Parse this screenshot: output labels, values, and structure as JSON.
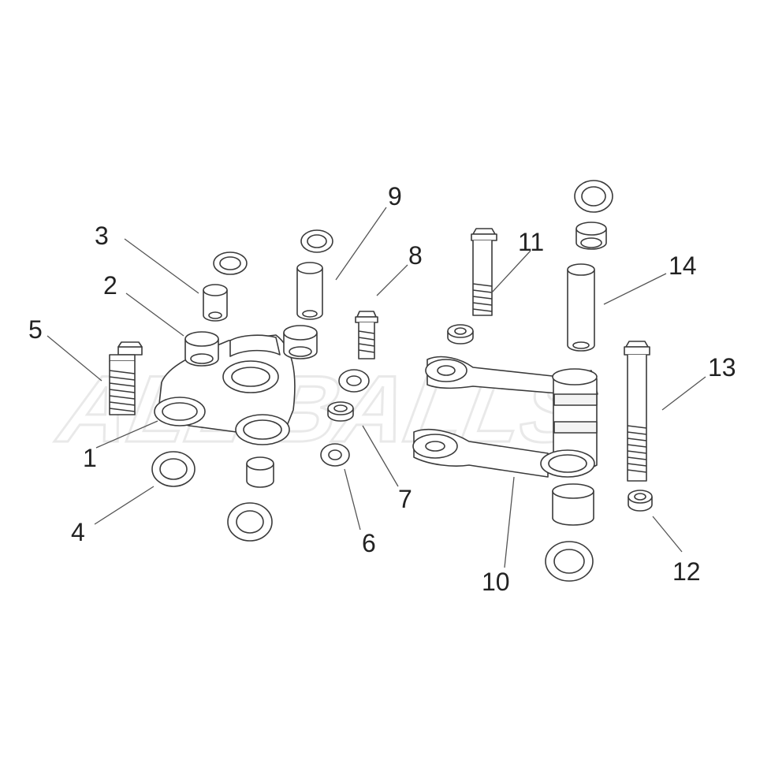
{
  "callouts": {
    "c1": "1",
    "c2": "2",
    "c3": "3",
    "c4": "4",
    "c5": "5",
    "c6": "6",
    "c7": "7",
    "c8": "8",
    "c9": "9",
    "c10": "10",
    "c11": "11",
    "c12": "12",
    "c13": "13",
    "c14": "14"
  },
  "watermark": "ALL BALLS"
}
